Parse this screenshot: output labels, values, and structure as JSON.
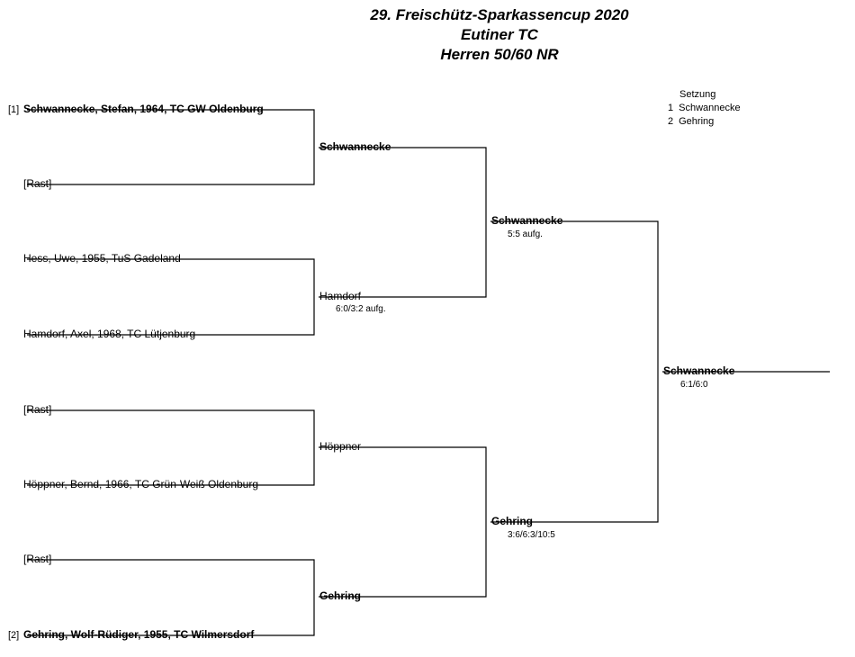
{
  "header": {
    "line1": "29. Freischütz-Sparkassencup 2020",
    "line2": "Eutiner TC",
    "line3": "Herren 50/60 NR"
  },
  "seeding": {
    "heading": "Setzung",
    "rows": [
      {
        "seed": "1",
        "name": "Schwannecke"
      },
      {
        "seed": "2",
        "name": "Gehring"
      }
    ]
  },
  "round1": {
    "seed_tags": [
      "[1]",
      "[2]"
    ],
    "entries": [
      "Schwannecke, Stefan, 1964, TC GW Oldenburg",
      "[Rast]",
      "Hess, Uwe, 1955, TuS Gadeland",
      "Hamdorf, Axel, 1968, TC Lütjenburg",
      "[Rast]",
      "Höppner, Bernd, 1966, TC Grün-Weiß Oldenburg",
      "[Rast]",
      "Gehring, Wolf-Rüdiger, 1955, TC Wilmersdorf"
    ]
  },
  "round2": {
    "winners": [
      "Schwannecke",
      "Hamdorf",
      "Höppner",
      "Gehring"
    ],
    "scores": [
      "",
      "6:0/3:2 aufg.",
      "",
      ""
    ]
  },
  "semis": {
    "winners": [
      "Schwannecke",
      "Gehring"
    ],
    "scores": [
      "5:5 aufg.",
      "3:6/6:3/10:5"
    ]
  },
  "final": {
    "winner": "Schwannecke",
    "score": "6:1/6:0"
  }
}
